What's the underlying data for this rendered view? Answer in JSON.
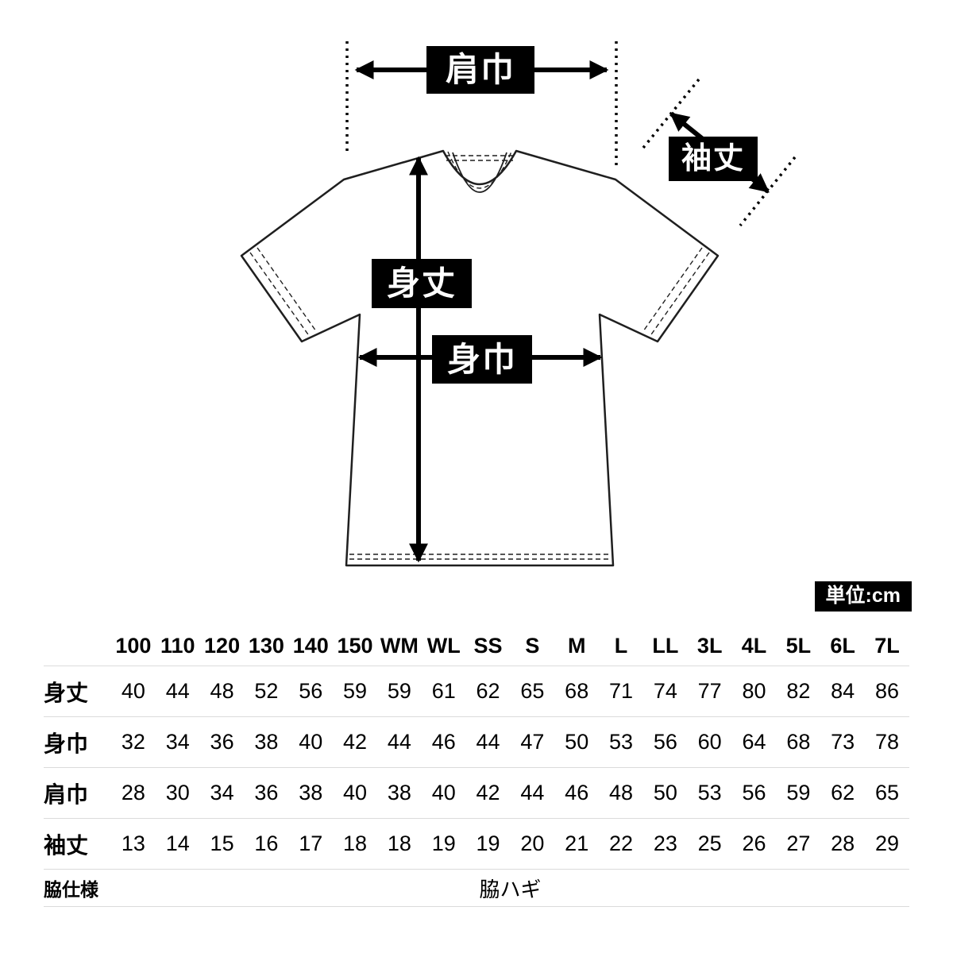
{
  "diagram": {
    "measure_labels": {
      "shoulder_width": "肩巾",
      "sleeve_length": "袖丈",
      "body_length": "身丈",
      "body_width": "身巾"
    }
  },
  "unit_badge": "単位:cm",
  "size_table": {
    "size_headers": [
      "100",
      "110",
      "120",
      "130",
      "140",
      "150",
      "WM",
      "WL",
      "SS",
      "S",
      "M",
      "L",
      "LL",
      "3L",
      "4L",
      "5L",
      "6L",
      "7L"
    ],
    "rows": [
      {
        "label": "身丈",
        "values": [
          "40",
          "44",
          "48",
          "52",
          "56",
          "59",
          "59",
          "61",
          "62",
          "65",
          "68",
          "71",
          "74",
          "77",
          "80",
          "82",
          "84",
          "86"
        ]
      },
      {
        "label": "身巾",
        "values": [
          "32",
          "34",
          "36",
          "38",
          "40",
          "42",
          "44",
          "46",
          "44",
          "47",
          "50",
          "53",
          "56",
          "60",
          "64",
          "68",
          "73",
          "78"
        ]
      },
      {
        "label": "肩巾",
        "values": [
          "28",
          "30",
          "34",
          "36",
          "38",
          "40",
          "38",
          "40",
          "42",
          "44",
          "46",
          "48",
          "50",
          "53",
          "56",
          "59",
          "62",
          "65"
        ]
      },
      {
        "label": "袖丈",
        "values": [
          "13",
          "14",
          "15",
          "16",
          "17",
          "18",
          "18",
          "19",
          "19",
          "20",
          "21",
          "22",
          "23",
          "25",
          "26",
          "27",
          "28",
          "29"
        ]
      }
    ],
    "spec_row": {
      "label": "脇仕様",
      "value": "脇ハギ"
    }
  },
  "colors": {
    "annotation_bg": "#000000",
    "annotation_text": "#ffffff",
    "table_line": "#dbdbdb",
    "outline": "#1f1f1f"
  }
}
